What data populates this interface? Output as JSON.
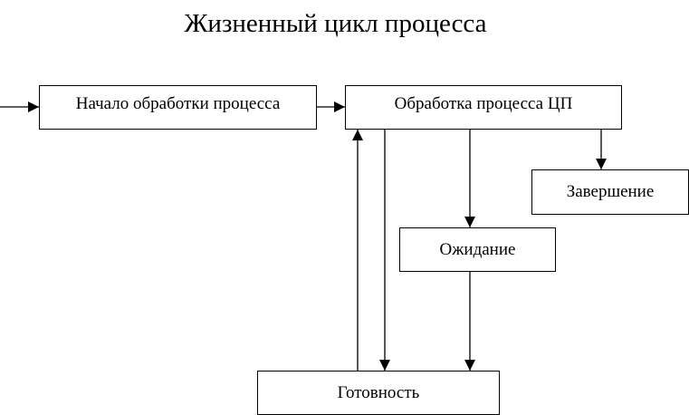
{
  "diagram": {
    "title": "Жизненный цикл процесса",
    "nodes": {
      "start": "Начало обработки процесса",
      "cpu": "Обработка процесса ЦП",
      "finish": "Завершение",
      "wait": "Ожидание",
      "ready": "Готовность"
    },
    "edges": [
      {
        "from": "",
        "to": "start"
      },
      {
        "from": "start",
        "to": "cpu"
      },
      {
        "from": "cpu",
        "to": "finish"
      },
      {
        "from": "cpu",
        "to": "wait"
      },
      {
        "from": "cpu",
        "to": "ready"
      },
      {
        "from": "wait",
        "to": "ready"
      },
      {
        "from": "ready",
        "to": "cpu"
      }
    ],
    "line_color": "#000000"
  }
}
